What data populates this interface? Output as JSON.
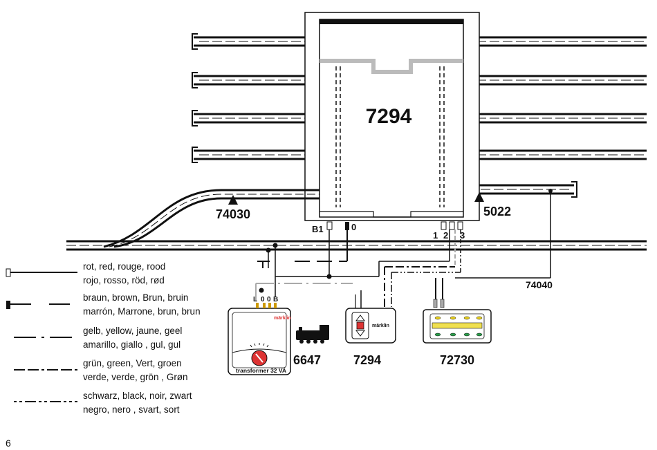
{
  "page_number": "6",
  "turntable": {
    "label": "7294"
  },
  "tracks": {
    "left_turnout_label": "74030",
    "right_turnout_label": "5022",
    "right_wire_label": "74040"
  },
  "connectors": {
    "b1": "B1",
    "zero": "0",
    "one": "1",
    "two": "2",
    "three": "3"
  },
  "transformer": {
    "brand": "märklin",
    "name": "transformer 32 VA",
    "terminal_l": "L",
    "terminal_0a": "0",
    "terminal_0b": "0",
    "terminal_b": "B"
  },
  "devices": {
    "locomotive_label": "6647",
    "control_label": "7294",
    "control_brand": "märklin",
    "keyboard_label": "72730"
  },
  "legend": [
    {
      "line1": "rot, red, rouge, rood",
      "line2": "rojo, rosso, röd, rød",
      "style": "solid",
      "color": "#111111"
    },
    {
      "line1": "braun, brown, Brun, bruin",
      "line2": "marrón, Marrone, brun, brun",
      "style": "long-dash",
      "color": "#111111"
    },
    {
      "line1": "gelb, yellow, jaune, geel",
      "line2": "amarillo, giallo , gul, gul",
      "style": "dash-dot",
      "color": "#111111"
    },
    {
      "line1": "grün, green, Vert, groen",
      "line2": "verde, verde, grön , Grøn",
      "style": "dash-dash-dot",
      "color": "#111111"
    },
    {
      "line1": "schwarz, black, noir, zwart",
      "line2": "negro, nero , svart, sort",
      "style": "dash-dot-dot",
      "color": "#111111"
    }
  ]
}
